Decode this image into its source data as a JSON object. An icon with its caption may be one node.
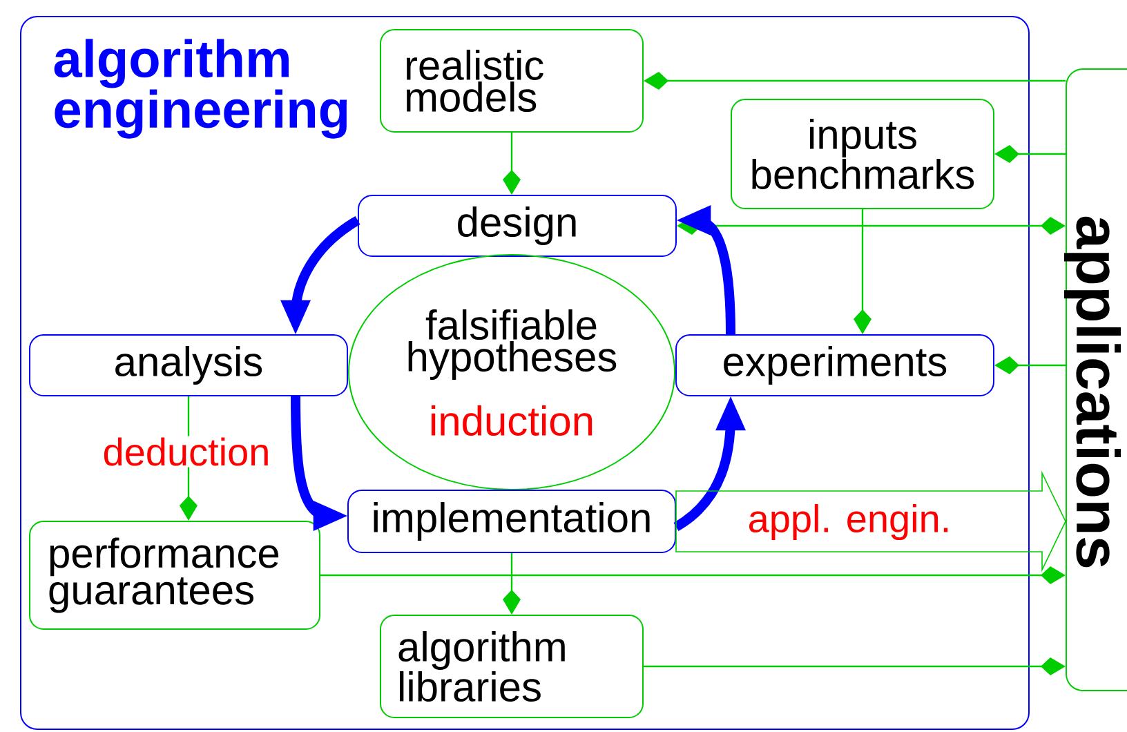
{
  "diagram": {
    "nodes": [
      {
        "text": [
          "algorithm engineering"
        ]
      },
      {
        "text": [
          "realistic models"
        ],
        "in": 0
      },
      {
        "text": [
          "inputs benchmarks"
        ],
        "in": 0
      },
      {
        "text": [
          "design"
        ],
        "in": 0
      },
      {
        "text": [
          "analysis"
        ],
        "in": 0
      },
      {
        "text": [
          "falsifiable hypotheses",
          "induction"
        ],
        "in": 0
      },
      {
        "text": [
          "experiments"
        ],
        "in": 0
      },
      {
        "text": [
          "implementation"
        ],
        "in": 0
      },
      {
        "text": [
          "performance guarantees"
        ],
        "in": 0
      },
      {
        "text": [
          "algorithm libraries"
        ],
        "in": 0
      },
      {
        "text": [
          "applications"
        ]
      }
    ],
    "edges": [
      {
        "from": 10,
        "to": 1,
        "arrow": "to"
      },
      {
        "from": 1,
        "to": 3,
        "arrow": "to"
      },
      {
        "from": 10,
        "to": 2,
        "arrow": "to"
      },
      {
        "from": 3,
        "to": 10,
        "arrow": "both"
      },
      {
        "from": 2,
        "to": 6,
        "arrow": "to"
      },
      {
        "from": 10,
        "to": 6,
        "arrow": "to"
      },
      {
        "from": 4,
        "to": 8,
        "arrow": "to",
        "label": "deduction"
      },
      {
        "from": 8,
        "to": 10,
        "arrow": "to"
      },
      {
        "from": 7,
        "to": 9,
        "arrow": "to"
      },
      {
        "from": 9,
        "to": 10,
        "arrow": "to"
      },
      {
        "from": 3,
        "to": 4,
        "arrow": "to",
        "style": "thick",
        "color": "#0000ff"
      },
      {
        "from": 4,
        "to": 7,
        "arrow": "to",
        "style": "thick",
        "color": "#0000ff"
      },
      {
        "from": 7,
        "to": 6,
        "arrow": "to",
        "style": "thick",
        "color": "#0000ff"
      },
      {
        "from": 6,
        "to": 3,
        "arrow": "to",
        "style": "thick",
        "color": "#0000ff"
      },
      {
        "from": 7,
        "to": 10,
        "arrow": "to",
        "style": "thick",
        "label": "appl. engin."
      }
    ]
  }
}
